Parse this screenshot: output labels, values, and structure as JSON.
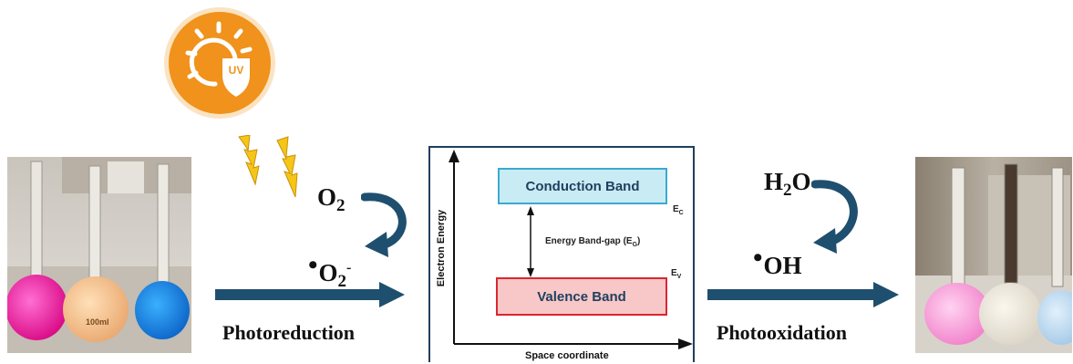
{
  "sun_badge": {
    "text": "UV",
    "colors": {
      "badge": "#f0921b",
      "ring": "#fbe3c2",
      "icon": "#ffffff"
    }
  },
  "lightning": {
    "color": "#f5c518"
  },
  "left_cycle": {
    "reactant": {
      "base": "O",
      "sub": "2"
    },
    "product": {
      "dot": "•",
      "base": "O",
      "sub": "2",
      "sup": "-"
    },
    "process": "Photoreduction"
  },
  "right_cycle": {
    "reactant": {
      "base": "H",
      "sub": "2",
      "tail": "O"
    },
    "product": {
      "dot": "•",
      "base": "OH"
    },
    "process": "Photooxidation"
  },
  "band_diagram": {
    "conduction_band": "Conduction Band",
    "valence_band": "Valence Band",
    "gap_label": {
      "text": "Energy Band-gap (E",
      "sub": "G",
      "close": ")"
    },
    "ec": {
      "base": "E",
      "sub": "C"
    },
    "ev": {
      "base": "E",
      "sub": "V"
    },
    "y_axis": "Electron Energy",
    "x_axis": "Space coordinate"
  },
  "flask_right": {
    "label": "100ml"
  },
  "colors": {
    "arrow": "#1f4f6e",
    "dark": "#1f3f5f",
    "cb_fill": "#c9ecf4",
    "cb_border": "#3aaad0",
    "vb_fill": "#f8c7c7",
    "vb_border": "#d9272e"
  }
}
